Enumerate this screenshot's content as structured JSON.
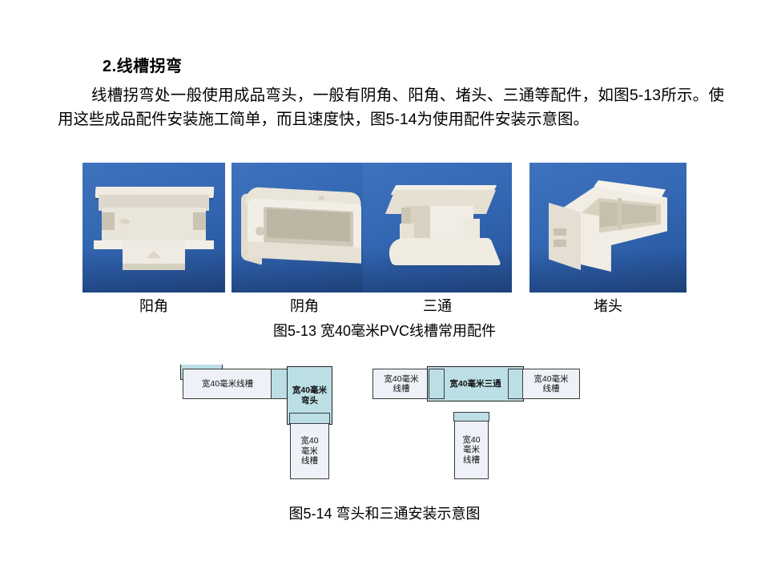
{
  "slide": {
    "heading": "2.线槽拐弯",
    "paragraph": "线槽拐弯处一般使用成品弯头，一般有阴角、阳角、堵头、三通等配件，如图5-13所示。使用这些成品配件安装施工简单，而且速度快，图5-14为使用配件安装示意图。"
  },
  "figure_13": {
    "caption": "图5-13 宽40毫米PVC线槽常用配件",
    "photos": [
      {
        "label": "阳角",
        "icon": "external-corner-fitting-photo"
      },
      {
        "label": "阴角",
        "icon": "internal-corner-fitting-photo"
      },
      {
        "label": "三通",
        "icon": "tee-fitting-photo"
      },
      {
        "label": "堵头",
        "icon": "end-cap-fitting-photo"
      }
    ]
  },
  "figure_14": {
    "caption": "图5-14 弯头和三通安装示意图",
    "elbow_diagram": {
      "horizontal_duct": "宽40毫米线槽",
      "fitting_line1": "宽40毫米",
      "fitting_line2": "弯头",
      "vertical_duct_line1": "宽40",
      "vertical_duct_line2": "毫米",
      "vertical_duct_line3": "线槽"
    },
    "tee_diagram": {
      "left_duct_line1": "宽40毫米",
      "left_duct_line2": "线槽",
      "fitting": "宽40毫米三通",
      "right_duct_line1": "宽40毫米",
      "right_duct_line2": "线槽",
      "vertical_duct_line1": "宽40",
      "vertical_duct_line2": "毫米",
      "vertical_duct_line3": "线槽"
    }
  },
  "colors": {
    "fitting_fill": "#bcdfe6",
    "duct_fill": "#eef2f8",
    "outline": "#3a3a3a",
    "photo_background": "#2f62ad",
    "plastic": "#f0ece3"
  }
}
